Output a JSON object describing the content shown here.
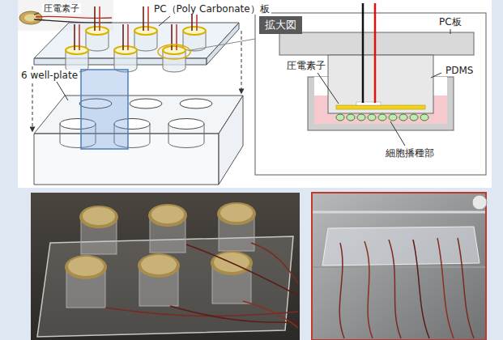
{
  "diagram": {
    "nodes": [
      {
        "text": [
          "拡大図"
        ]
      }
    ],
    "labels": [
      "圧電素子",
      "PC（Poly Carbonate）板",
      "6 well-plate",
      "PC板",
      "圧電素子",
      "PDMS",
      "細胞播種部"
    ]
  }
}
